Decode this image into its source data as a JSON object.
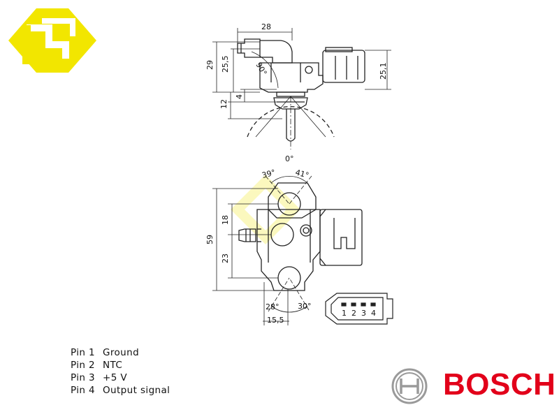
{
  "colors": {
    "line": "#222222",
    "logo_yellow": "#f2e600",
    "brand_red": "#e2001a",
    "bosch_symbol": "#9a9a9a"
  },
  "top_view": {
    "dim_width": "28",
    "dim_height_total": "29",
    "dim_height_body": "25,5",
    "dim_height_connector": "25,1",
    "dim_collar": "4",
    "dim_stem": "12",
    "angle_swing": "90°",
    "angle_zero": "0°"
  },
  "front_view": {
    "angle_left_top": "39°",
    "angle_right_top": "41°",
    "dim_total_height": "59",
    "dim_upper": "18",
    "dim_lower": "23",
    "angle_left_bottom": "28°",
    "angle_right_bottom": "30°",
    "dim_bottom_width": "15,5"
  },
  "connector_pins": [
    "1",
    "2",
    "3",
    "4"
  ],
  "pin_list": [
    {
      "pin": "Pin 1",
      "signal": "Ground"
    },
    {
      "pin": "Pin 2",
      "signal": "NTC"
    },
    {
      "pin": "Pin 3",
      "signal": "+5 V"
    },
    {
      "pin": "Pin 4",
      "signal": "Output signal"
    }
  ],
  "brand": {
    "name": "BOSCH",
    "symbol": "bosch-armature-icon"
  },
  "watermark_logo": "yellow-parts-logo-icon"
}
